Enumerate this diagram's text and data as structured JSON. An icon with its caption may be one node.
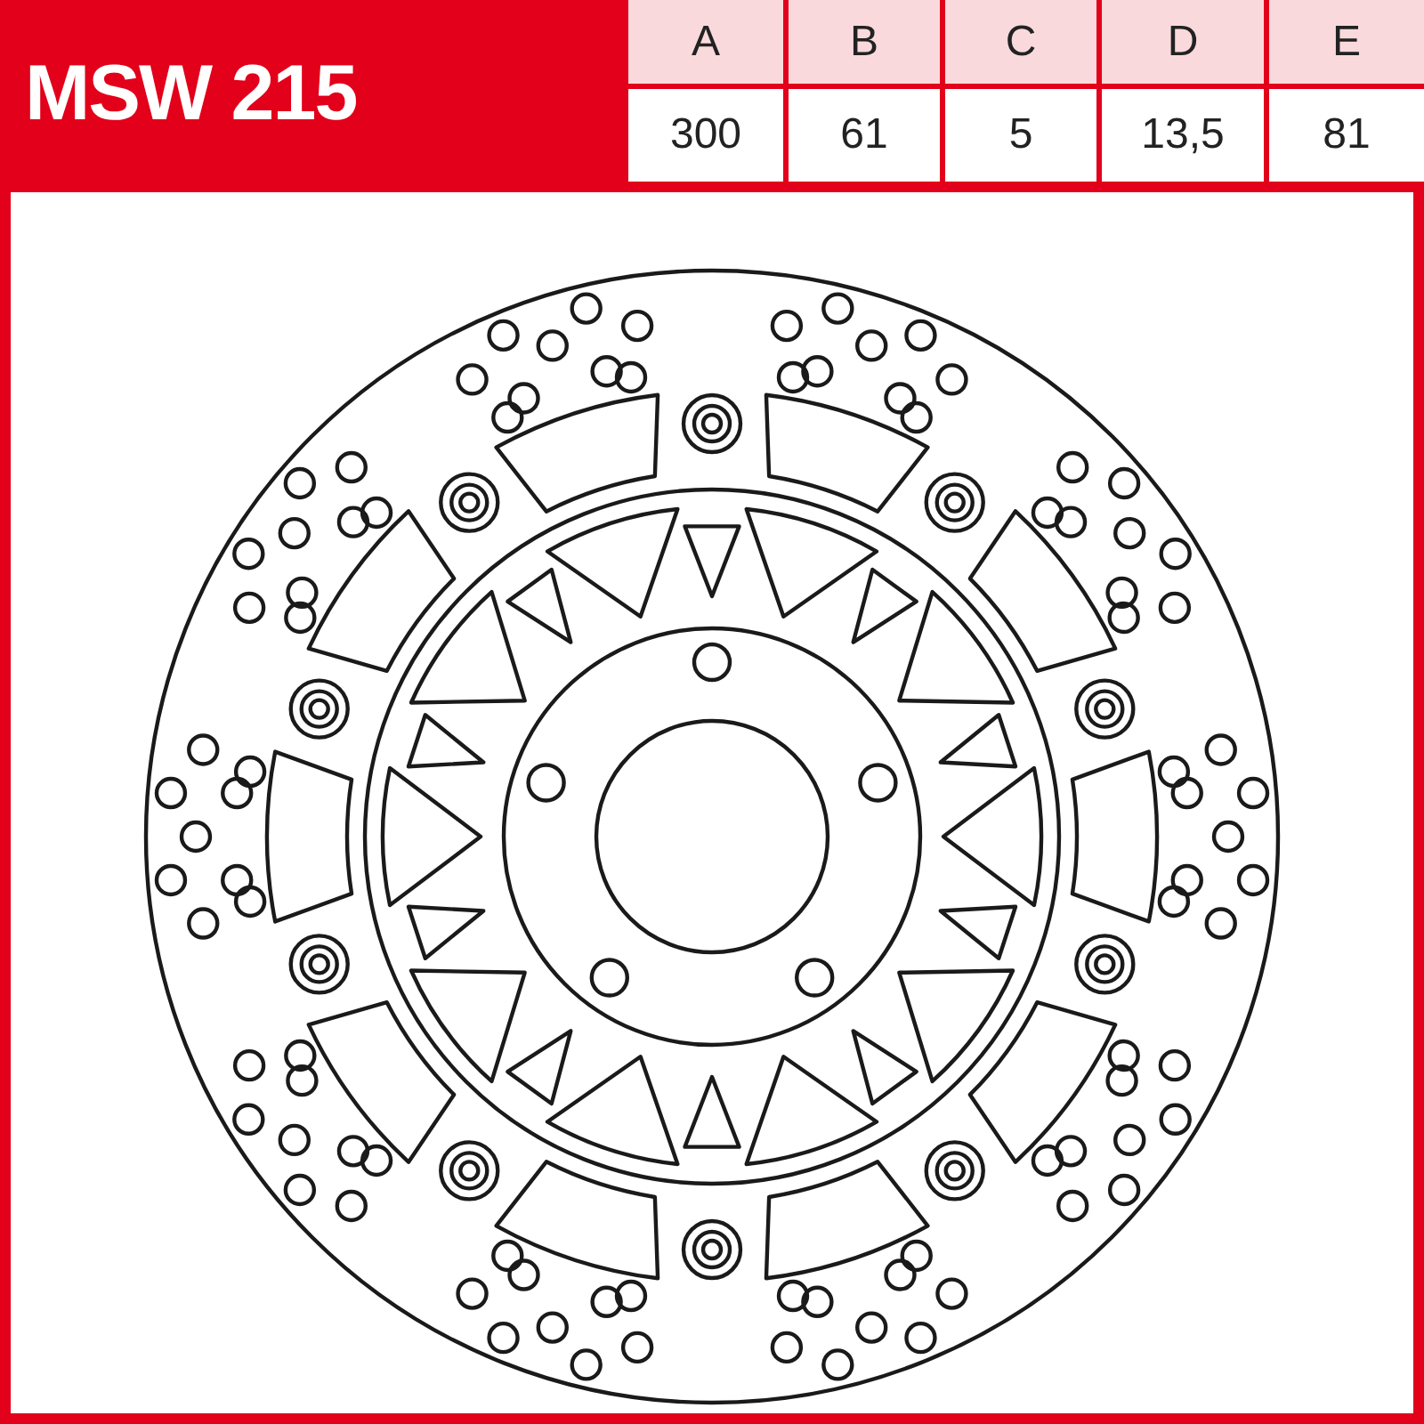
{
  "diagram": {
    "title": "MSW 215",
    "labels": [
      "A",
      "B",
      "C",
      "D",
      "E",
      "300",
      "61",
      "5",
      "13,5",
      "81"
    ]
  }
}
